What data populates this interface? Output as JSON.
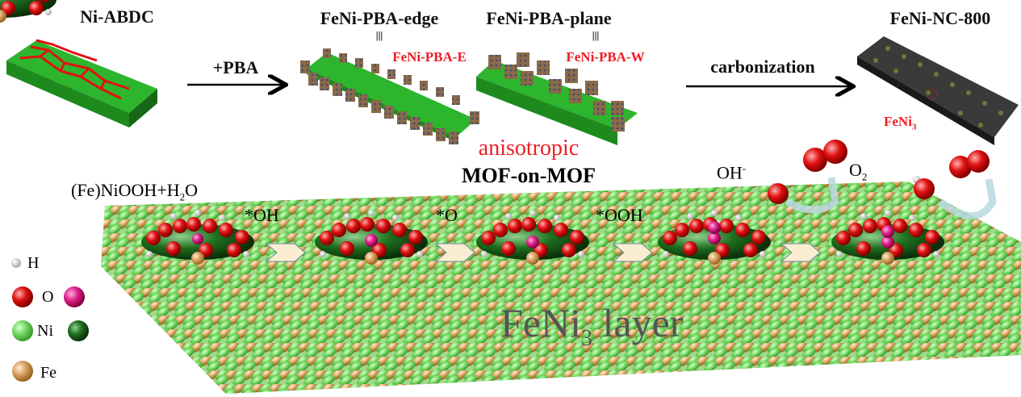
{
  "top_row": {
    "ni_abdc": "Ni-ABDC",
    "step1_reagent": "+PBA",
    "edge_title": "FeNi-PBA-edge",
    "edge_equiv": "|||",
    "edge_alias": "FeNi-PBA-E",
    "plane_title": "FeNi-PBA-plane",
    "plane_equiv": "|||",
    "plane_alias": "FeNi-PBA-W",
    "step2_process": "carbonization",
    "product_title": "FeNi-NC-800",
    "product_particle": "FeNi",
    "product_particle_sub": "3"
  },
  "center": {
    "anisotropic": "anisotropic",
    "mof_on_mof": "MOF-on-MOF"
  },
  "mechanism": {
    "reactant_a": "(Fe)NiOOH+H",
    "reactant_sub": "2",
    "reactant_b": "O",
    "intermediate_1": "*OH",
    "intermediate_2": "*O",
    "intermediate_3": "*OOH",
    "hydroxide": "OH",
    "hydroxide_sup": "-",
    "oxygen": "O",
    "oxygen_sub": "2",
    "layer_label": "FeNi",
    "layer_sub": "3",
    "layer_label_b": " layer"
  },
  "legend": {
    "h": "H",
    "o": "O",
    "ni": "Ni",
    "fe": "Fe"
  },
  "colors": {
    "green_slab": "#2db52d",
    "red_label": "#ee1c25",
    "ni_light": "#7ee06a",
    "fe": "#d9a060",
    "o": "#e01010",
    "o_pink": "#e0208a",
    "ni_dark": "#1e6e1e"
  }
}
